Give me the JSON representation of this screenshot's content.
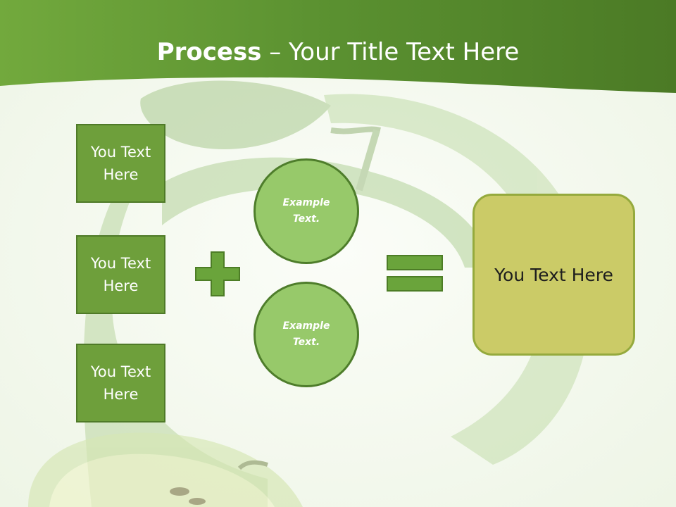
{
  "title": {
    "bold_part": "Process",
    "rest": " – Your Title Text Here"
  },
  "left_boxes": [
    {
      "label": "You Text Here"
    },
    {
      "label": "You Text Here"
    },
    {
      "label": "You Text Here"
    }
  ],
  "circles": [
    {
      "label": "Example Text."
    },
    {
      "label": "Example Text."
    }
  ],
  "result": {
    "label": "You Text Here"
  },
  "colors": {
    "header_green": "#5e9432",
    "box_green": "#6e9f3b",
    "circle_green": "#97c96a",
    "symbol_green": "#6aa43b",
    "result_yellow": "#cbcb67"
  }
}
